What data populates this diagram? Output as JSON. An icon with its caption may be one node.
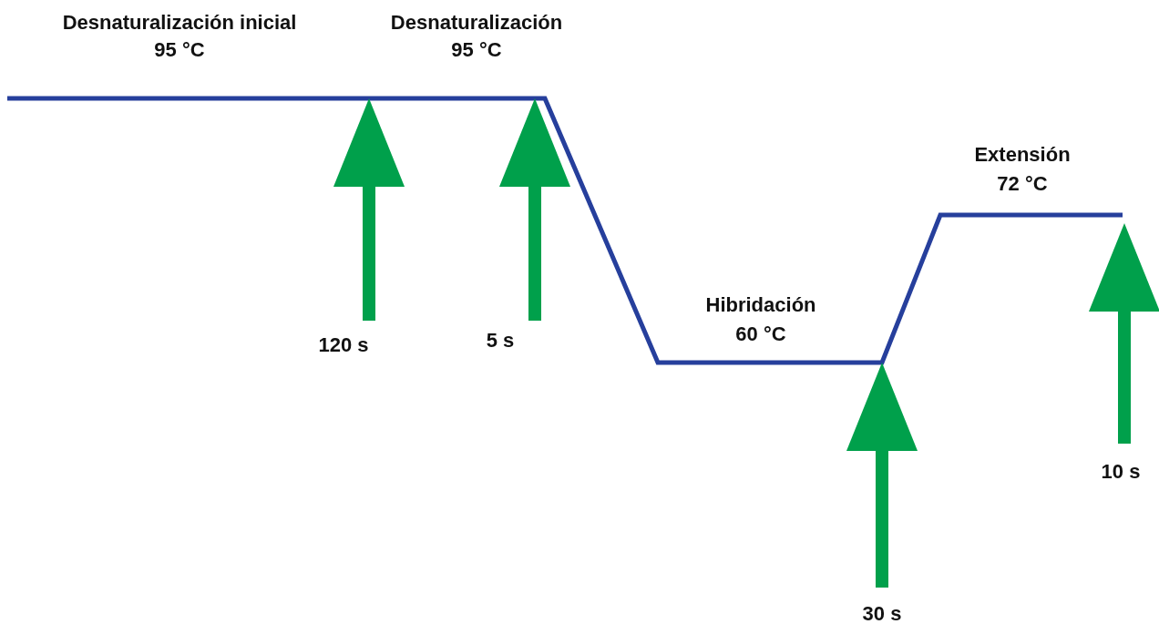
{
  "diagram": {
    "nodes": [
      {
        "text": [
          "120 s"
        ]
      },
      {
        "text": [
          "5 s"
        ]
      },
      {
        "text": [
          "30 s"
        ]
      },
      {
        "text": [
          "10 s"
        ]
      }
    ],
    "edges": [
      {
        "from": 0,
        "to": null,
        "arrow": "to"
      },
      {
        "from": 1,
        "to": null,
        "arrow": "to"
      },
      {
        "from": 2,
        "to": null,
        "arrow": "to"
      },
      {
        "from": 3,
        "to": null,
        "arrow": "to"
      }
    ],
    "labels": [
      "Desnaturalización inicial",
      "95 °C",
      "Desnaturalización",
      "95 °C",
      "Hibridación",
      "60 °C",
      "Extensión",
      "72 °C"
    ]
  }
}
